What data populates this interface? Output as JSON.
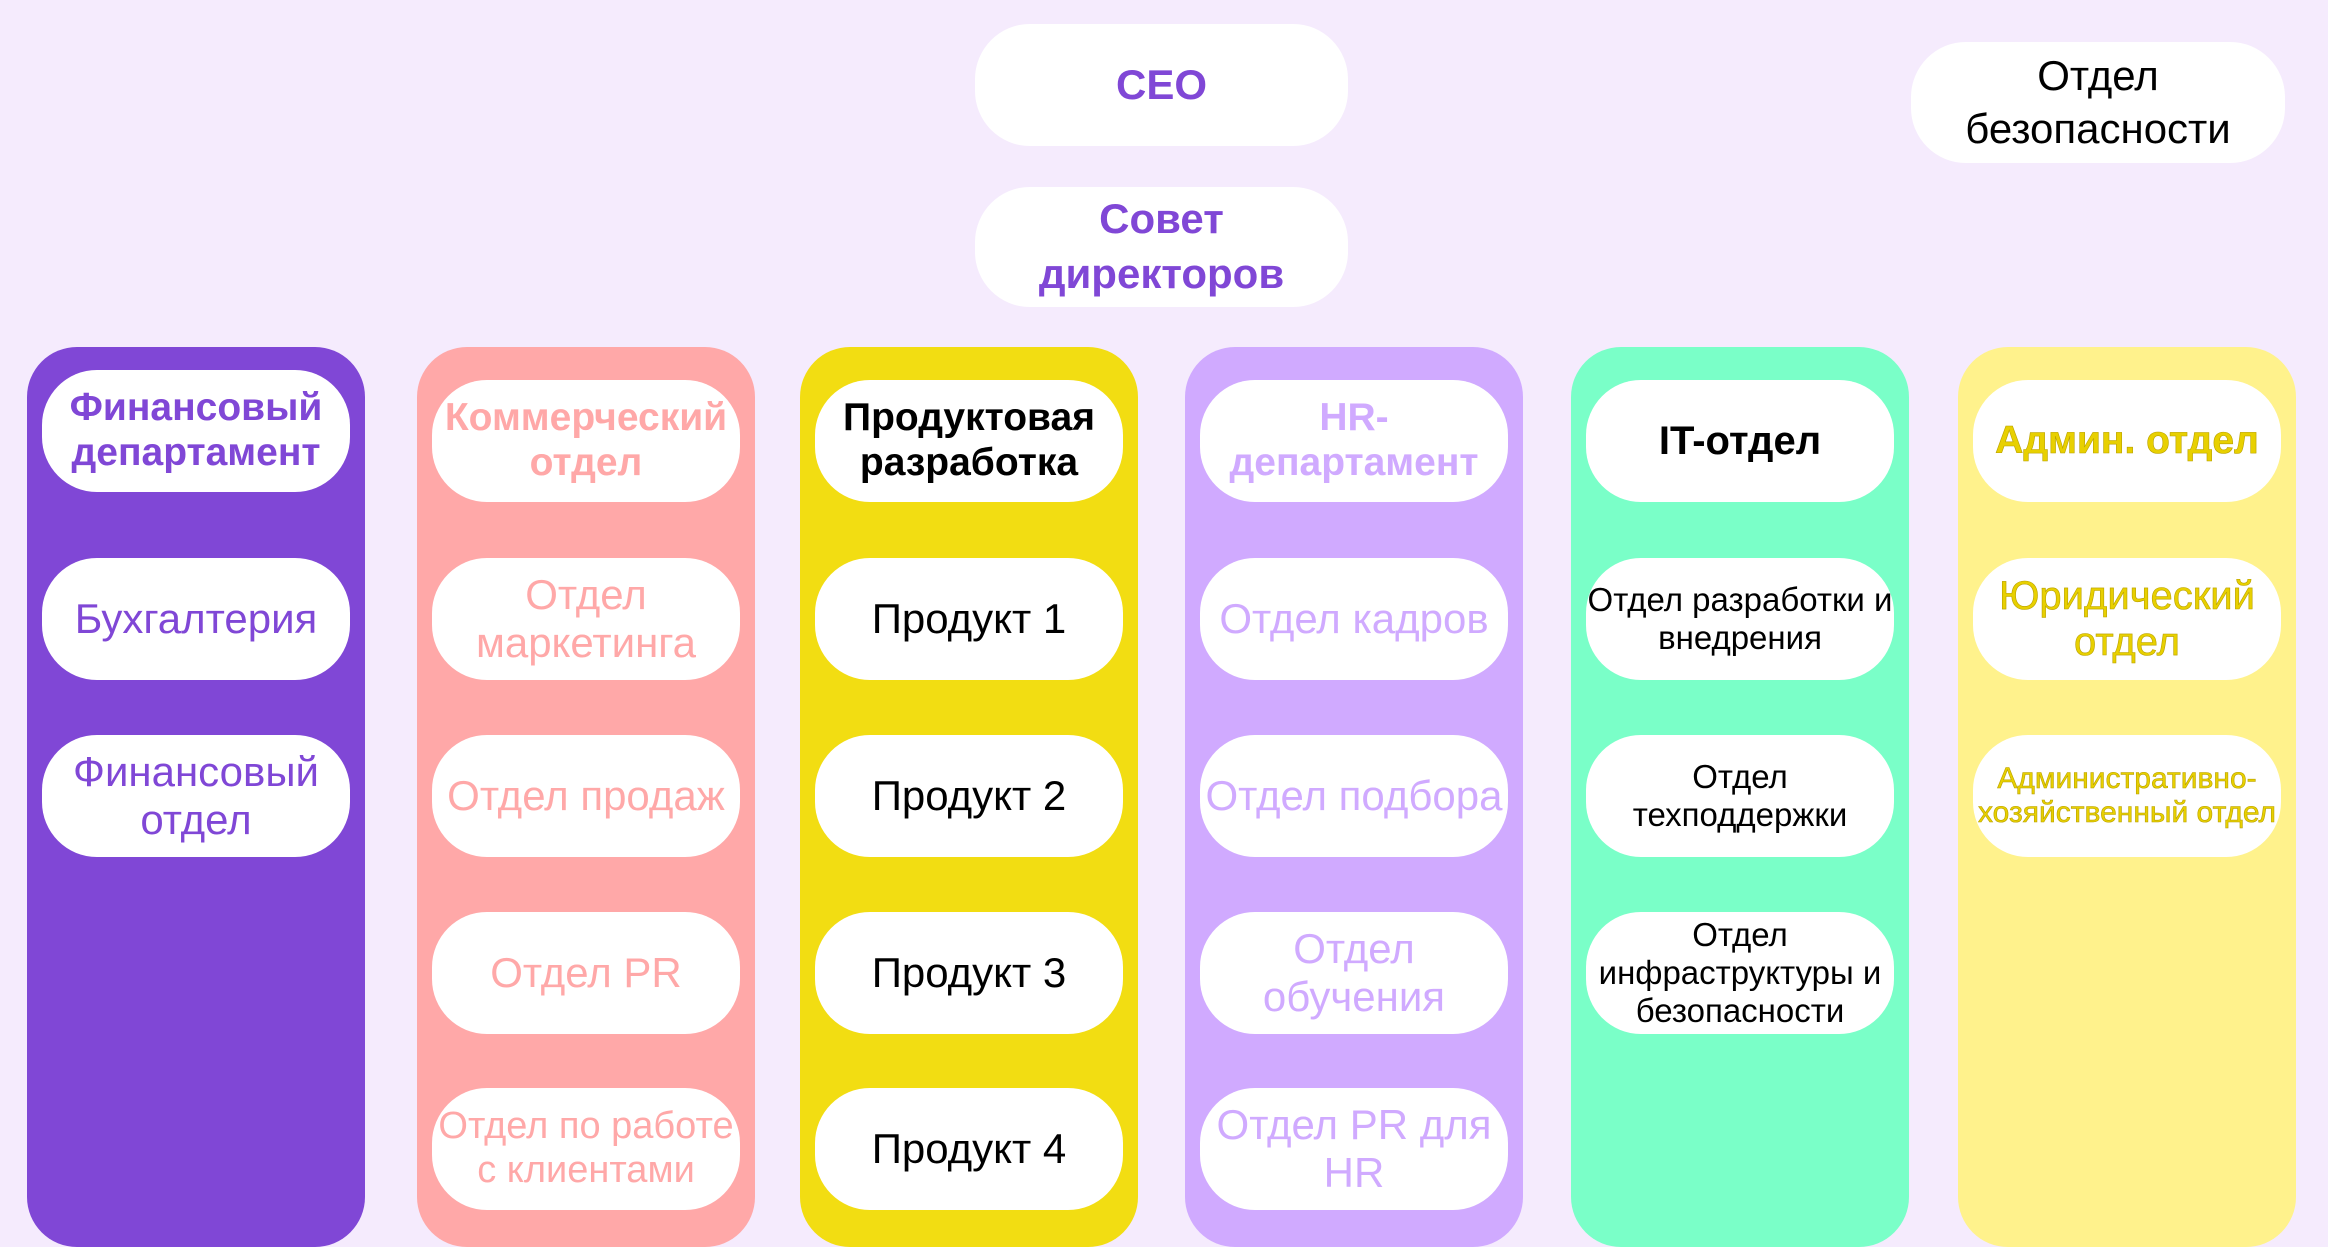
{
  "top": {
    "ceo": "CEO",
    "board": "Совет директоров",
    "security": "Отдел безопасности"
  },
  "colors": {
    "background": "#f5ebfd",
    "purple": "#8047d6",
    "pink": "#ffa8a8",
    "yellow": "#f2dd12",
    "lavender": "#d0aaff",
    "mint": "#7affc8",
    "light_yellow": "#fff28c"
  },
  "columns": [
    {
      "header": "Финансовый департамент",
      "items": [
        "Бухгалтерия",
        "Финансовый отдел"
      ]
    },
    {
      "header": "Коммерческий отдел",
      "items": [
        "Отдел маркетинга",
        "Отдел продаж",
        "Отдел PR",
        "Отдел по работе с клиентами"
      ]
    },
    {
      "header": "Продуктовая разработка",
      "items": [
        "Продукт 1",
        "Продукт 2",
        "Продукт 3",
        "Продукт 4"
      ]
    },
    {
      "header": "HR-департамент",
      "items": [
        "Отдел кадров",
        "Отдел подбора",
        "Отдел обучения",
        "Отдел PR для HR"
      ]
    },
    {
      "header": "IT-отдел",
      "items": [
        "Отдел разработки и внедрения",
        "Отдел техподдержки",
        "Отдел инфраструктуры и безопасности"
      ]
    },
    {
      "header": "Админ. отдел",
      "items": [
        "Юридический отдел",
        "Административно-хозяйственный отдел"
      ]
    }
  ]
}
